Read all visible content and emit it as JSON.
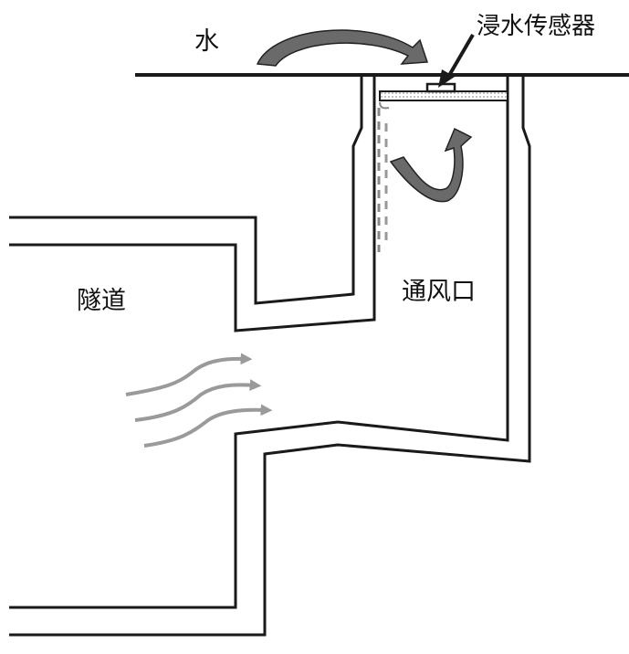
{
  "labels": {
    "water": "水",
    "sensor": "浸水传感器",
    "tunnel": "隧道",
    "vent": "通风口"
  },
  "colors": {
    "line": "#1a1a1a",
    "arrow_dark": "#6a6a6a",
    "arrow_light": "#9a9a9a"
  }
}
